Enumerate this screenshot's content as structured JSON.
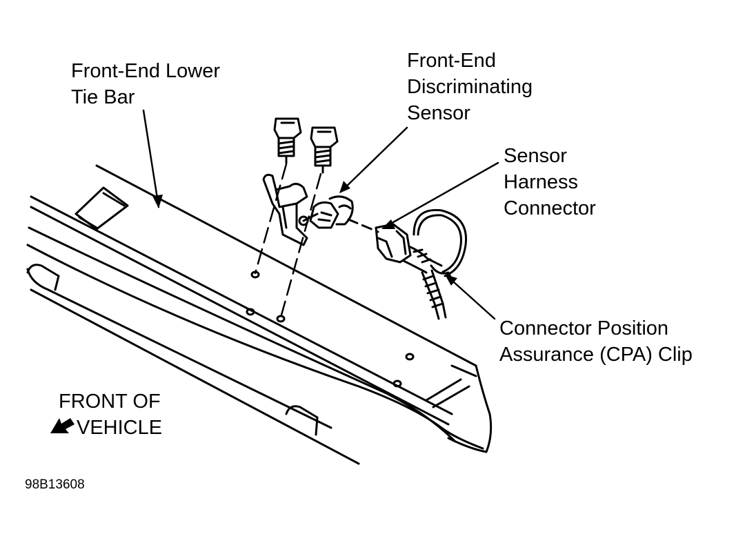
{
  "labels": {
    "tie_bar": [
      "Front-End Lower",
      "Tie Bar"
    ],
    "sensor": [
      "Front-End",
      "Discriminating",
      "Sensor"
    ],
    "harness": [
      "Sensor",
      "Harness",
      "Connector"
    ],
    "cpa": [
      "Connector Position",
      "Assurance (CPA) Clip"
    ],
    "front": [
      "FRONT OF",
      "VEHICLE"
    ]
  },
  "figure_code": "98B13608",
  "colors": {
    "ink": "#000000",
    "paper": "#ffffff"
  },
  "icons": {
    "front_arrow": "arrow-left-down-icon"
  }
}
